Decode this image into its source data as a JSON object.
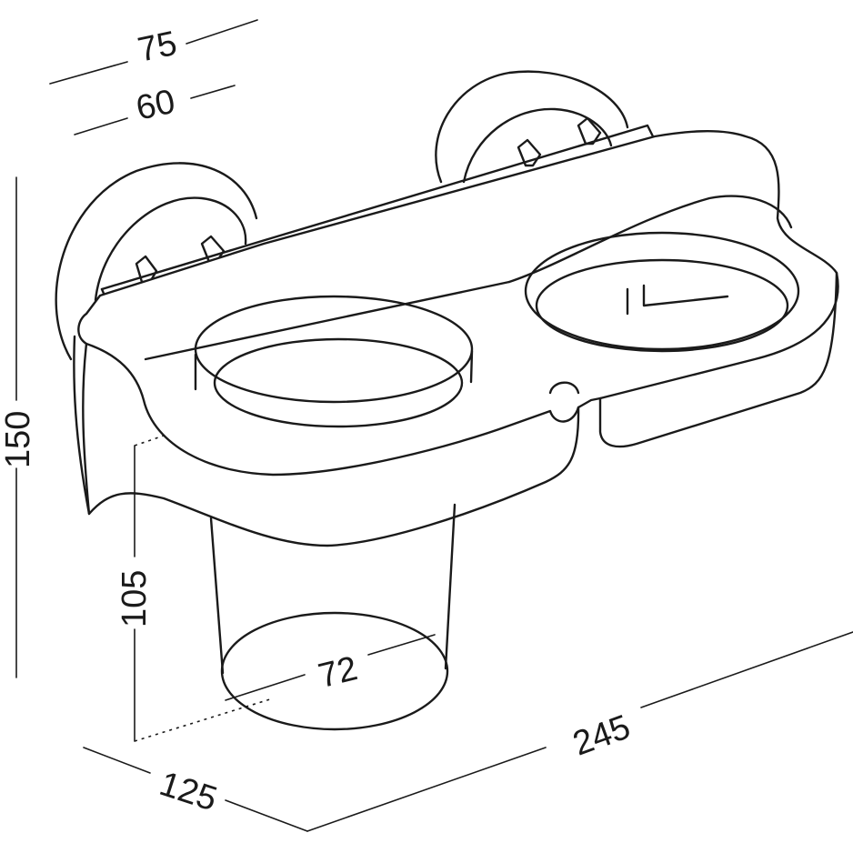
{
  "diagram": {
    "subject": "double cup holder with suction mounts",
    "dimensions": {
      "width_outer": "75",
      "width_inner": "60",
      "height_total": "150",
      "cup_height": "105",
      "cup_diameter": "72",
      "depth": "125",
      "length": "245"
    }
  }
}
